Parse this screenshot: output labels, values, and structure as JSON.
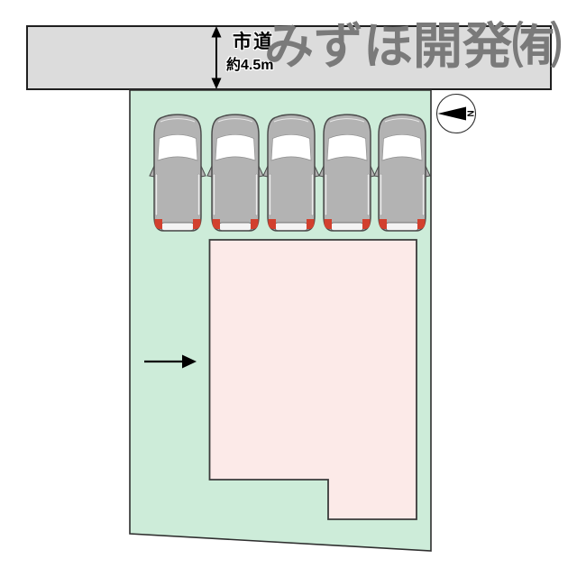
{
  "watermark": {
    "text": "みずほ開発㈲",
    "color": "#7a7a7a"
  },
  "road": {
    "name_label": "市道",
    "width_label": "約4.5m",
    "fill": "#dcdcdc"
  },
  "plot": {
    "fill": "#cdecd9",
    "outline": "#2e2e2e"
  },
  "building": {
    "fill": "#fceae8",
    "outline": "#3a3a3a"
  },
  "parking": {
    "car_count": 5,
    "car_body_color": "#b3b3b3",
    "taillight_color": "#d2402e"
  },
  "compass": {
    "label": "N",
    "direction": "left"
  },
  "entrance_arrow": {
    "direction": "right"
  }
}
